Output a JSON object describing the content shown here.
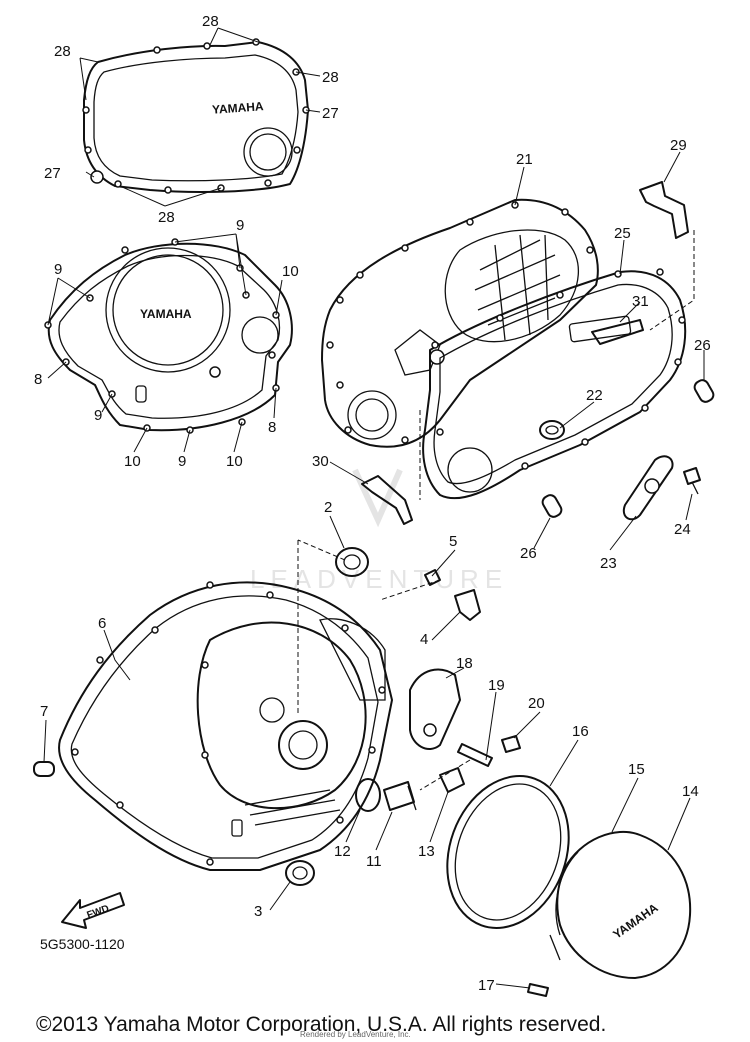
{
  "brand_mark": "YAMAHA",
  "watermark_text": "LEADVENTURE",
  "fwd_label": "FWD",
  "drawing_code": "5G5300-1120",
  "copyright": "©2013 Yamaha Motor Corporation, U.S.A. All rights reserved.",
  "rendered_by": "Rendered by LeadVenture, Inc.",
  "callouts": [
    "28",
    "28",
    "28",
    "27",
    "27",
    "28",
    "9",
    "9",
    "10",
    "8",
    "9",
    "10",
    "9",
    "10",
    "8",
    "21",
    "29",
    "25",
    "31",
    "26",
    "22",
    "30",
    "24",
    "23",
    "26",
    "2",
    "5",
    "4",
    "6",
    "7",
    "18",
    "19",
    "20",
    "16",
    "15",
    "14",
    "12",
    "11",
    "13",
    "3",
    "17"
  ]
}
